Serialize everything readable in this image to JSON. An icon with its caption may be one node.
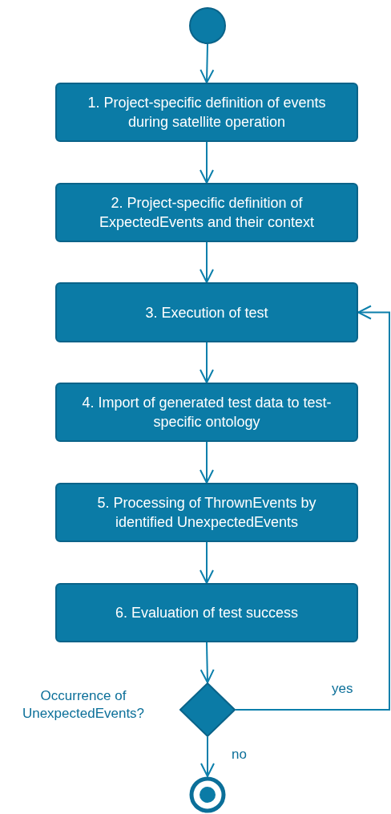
{
  "diagram": {
    "nodes": [
      {
        "text": [],
        "shape": "circle"
      },
      {
        "text": [
          "1. Project-specific definition of events during satellite operation"
        ]
      },
      {
        "text": [
          "2. Project-specific definition of ExpectedEvents and their context"
        ]
      },
      {
        "text": [
          "3. Execution of test"
        ]
      },
      {
        "text": [
          "4. Import of generated test data to test-specific ontology"
        ]
      },
      {
        "text": [
          "5. Processing of ThrownEvents by identified UnexpectedEvents"
        ]
      },
      {
        "text": [
          "6. Evaluation of test success"
        ]
      },
      {
        "text": [],
        "shape": "diamond",
        "beside": [
          "Occurrence of UnexpectedEvents?"
        ]
      },
      {
        "text": [],
        "shape": "circle"
      }
    ],
    "edges": [
      {
        "from": 0,
        "to": 1,
        "arrow": "to"
      },
      {
        "from": 1,
        "to": 2,
        "arrow": "to"
      },
      {
        "from": 2,
        "to": 3,
        "arrow": "to"
      },
      {
        "from": 3,
        "to": 4,
        "arrow": "to"
      },
      {
        "from": 4,
        "to": 5,
        "arrow": "to"
      },
      {
        "from": 5,
        "to": 6,
        "arrow": "to"
      },
      {
        "from": 6,
        "to": 7,
        "arrow": "to"
      },
      {
        "from": 7,
        "to": 3,
        "arrow": "to",
        "label": "yes"
      },
      {
        "from": 7,
        "to": 8,
        "arrow": "to",
        "label": "no"
      }
    ]
  }
}
